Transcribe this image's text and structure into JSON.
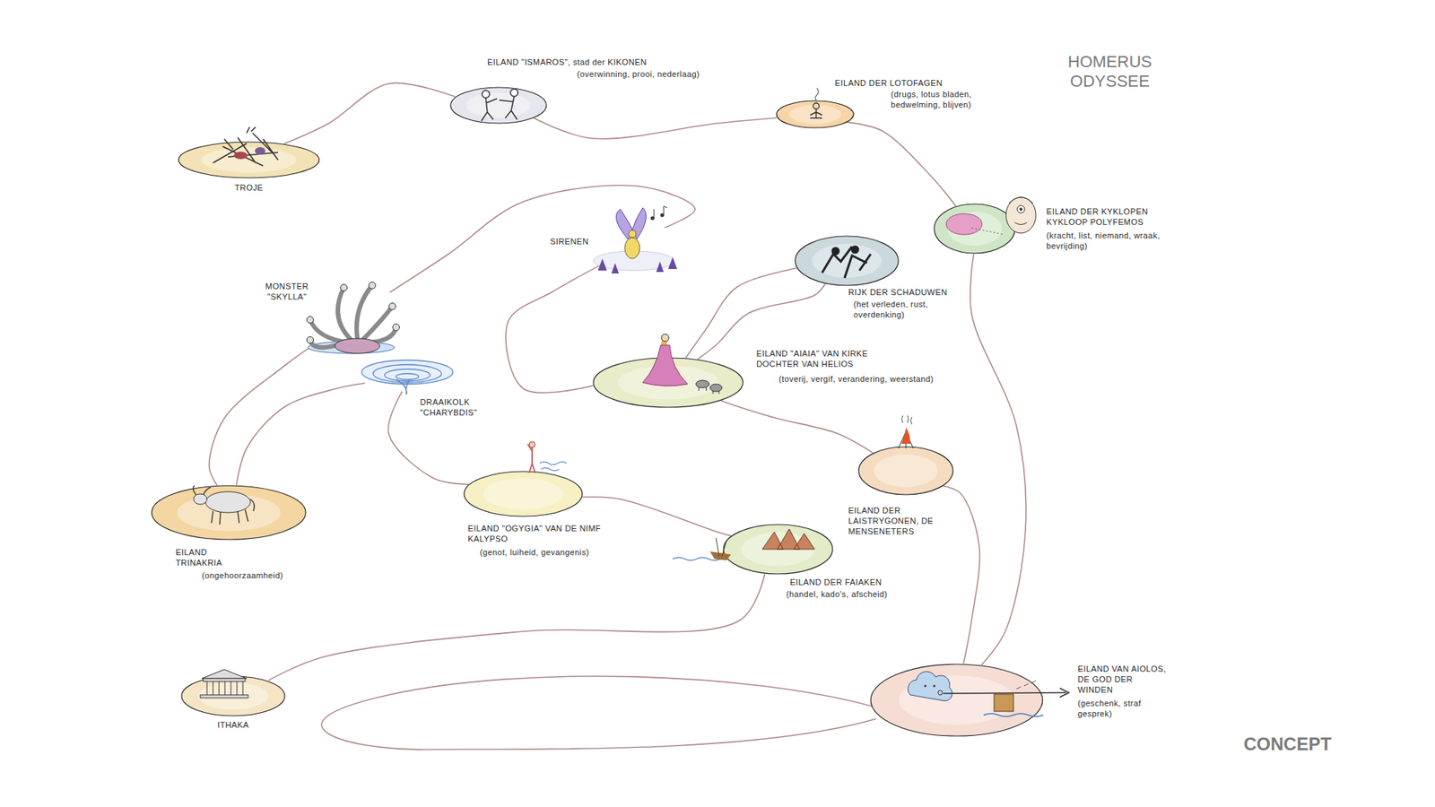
{
  "diagram": {
    "title": "HOMERUS ODYSSEE",
    "nodes": [
      {
        "text": [
          "TROJE"
        ]
      },
      {
        "text": [
          "EILAND \"ISMAROS\", stad der KIKONEN",
          "(overwinning, prooi, nederlaag)"
        ]
      },
      {
        "text": [
          "EILAND DER LOTOFAGEN",
          "(drugs, lotus bladen, bedwelming, blijven)"
        ]
      },
      {
        "text": [
          "EILAND DER KYKLOPEN KYKLOOP POLYFEMOS",
          "(kracht, list, niemand, wraak, bevrijding)"
        ]
      },
      {
        "text": [
          "EILAND VAN AIOLOS, DE GOD DER WINDEN",
          "(geschenk, straf gesprek)"
        ]
      },
      {
        "text": [
          "EILAND DER LAISTRYGONEN, DE MENSENETERS"
        ]
      },
      {
        "text": [
          "EILAND \"AIAIA\" VAN KIRKE DOCHTER VAN HELIOS",
          "(toverij, vergif, verandering, weerstand)"
        ]
      },
      {
        "text": [
          "RIJK DER SCHADUWEN",
          "(het verleden, rust, overdenking)"
        ]
      },
      {
        "text": [
          "SIRENEN"
        ]
      },
      {
        "text": [
          "MONSTER \"SKYLLA\""
        ]
      },
      {
        "text": [
          "DRAAIKOLK \"CHARYBDIS\""
        ]
      },
      {
        "text": [
          "EILAND TRINAKRIA",
          "(ongehoorzaamheid)"
        ]
      },
      {
        "text": [
          "EILAND \"OGYGIA\" VAN DE NIMF KALYPSO",
          "(genot, luiheid, gevangenis)"
        ]
      },
      {
        "text": [
          "EILAND DER FAIAKEN",
          "(handel, kado's, afscheid)"
        ]
      },
      {
        "text": [
          "ITHAKA"
        ]
      }
    ],
    "edges": [
      {
        "from": 0,
        "to": 1,
        "arrow": "none"
      },
      {
        "from": 1,
        "to": 2,
        "arrow": "none"
      },
      {
        "from": 2,
        "to": 3,
        "arrow": "none"
      },
      {
        "from": 3,
        "to": 4,
        "arrow": "none"
      },
      {
        "from": 4,
        "to": 5,
        "arrow": "none"
      },
      {
        "from": 5,
        "to": 6,
        "arrow": "none"
      },
      {
        "from": 6,
        "to": 7,
        "arrow": "none"
      },
      {
        "from": 7,
        "to": 6,
        "arrow": "none"
      },
      {
        "from": 6,
        "to": 8,
        "arrow": "none"
      },
      {
        "from": 8,
        "to": 9,
        "arrow": "none"
      },
      {
        "from": 9,
        "to": 11,
        "arrow": "none"
      },
      {
        "from": 11,
        "to": 10,
        "arrow": "none"
      },
      {
        "from": 10,
        "to": 12,
        "arrow": "none"
      },
      {
        "from": 12,
        "to": 13,
        "arrow": "none"
      },
      {
        "from": 13,
        "to": 14,
        "arrow": "none"
      }
    ],
    "labels": [
      "CONCEPT"
    ]
  }
}
